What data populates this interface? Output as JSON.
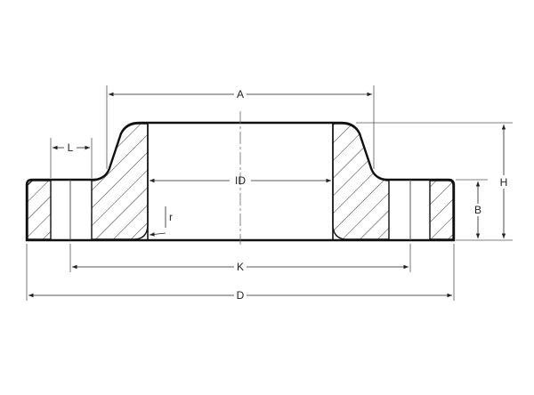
{
  "labels": {
    "A": "A",
    "L": "L",
    "ID": "ID",
    "H": "H",
    "B": "B",
    "r": "r",
    "K": "K",
    "D": "D"
  }
}
